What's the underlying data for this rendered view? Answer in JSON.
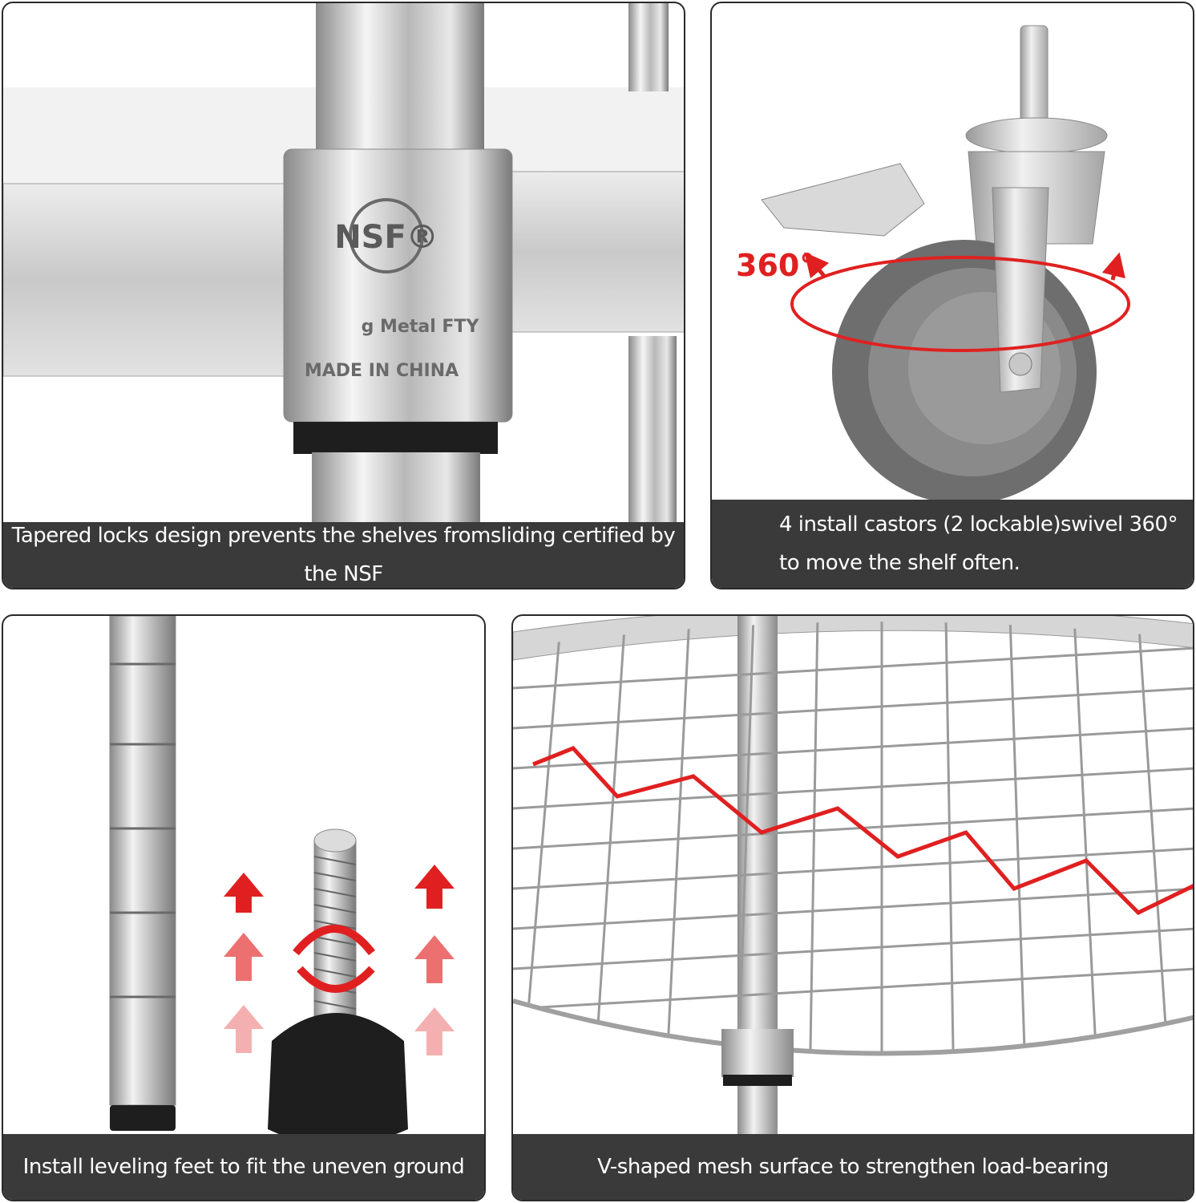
{
  "panels": {
    "locks": {
      "caption": "Tapered locks design prevents the shelves fromsliding certified by the NSF",
      "engraving_logo": "NSF®",
      "engraving_line1": "g Metal FTY",
      "engraving_line2": "MADE IN CHINA"
    },
    "castors": {
      "caption_line1": "4 install castors (2 lockable)swivel 360°",
      "caption_line2": "to move the shelf often.",
      "rotation_label": "360°"
    },
    "feet": {
      "caption": "Install leveling feet to fit the uneven ground"
    },
    "mesh": {
      "caption": "V-shaped mesh surface to strengthen load-bearing"
    }
  },
  "colors": {
    "caption_bg": "#3a3a3a",
    "accent_red": "#e02020",
    "panel_border": "#2a2a2a"
  }
}
